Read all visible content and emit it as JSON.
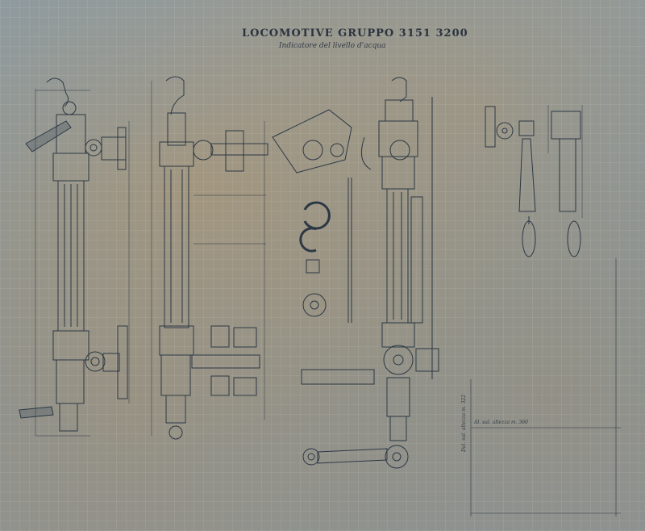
{
  "sheet": {
    "title": "LOCOMOTIVE GRUPPO 3151 3200",
    "subtitle": "Indicatore del livello d'acqua",
    "ink_color": "#2c3844",
    "paper_color": "#8c9ba3",
    "annotations": {
      "height_total": "Al. sul. altezza m. 360",
      "height_partial": "Dal. sul. altezza m. 322"
    }
  }
}
